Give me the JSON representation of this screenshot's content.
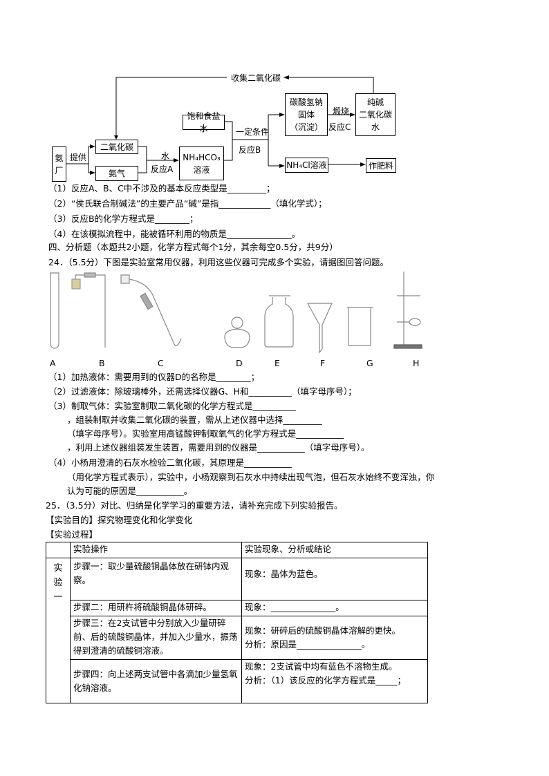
{
  "flow": {
    "collect_co2": "收集二氧化碳",
    "ammonia_plant": "氨厂",
    "supply": "提供",
    "co2": "二氧化碳",
    "ammonia": "氨气",
    "water": "水",
    "reaction_a": "反应A",
    "nh4hco3": "NH₄HCO₃",
    "solution": "溶液",
    "brine": "饱和食盐水",
    "condition": "一定条件",
    "reaction_b": "反应B",
    "nahco3_1": "碳酸氢钠",
    "nahco3_2": "固体",
    "nahco3_3": "（沉淀）",
    "calcine": "煅烧",
    "reaction_c": "反应C",
    "product_1": "纯碱",
    "product_2": "二氧化碳",
    "product_3": "水",
    "nh4cl": "NH₄Cl溶液",
    "fertilizer": "作肥料"
  },
  "q23": [
    "（1）反应A、B、C中不涉及的基本反应类型是_________；",
    "（2）“侯氏联合制碱法”的主要产品“碱”是指____________（填化学式）；",
    "（3）反应B的化学方程式是________；",
    "（4）在该模拟流程中，能被循环利用的物质是_______________。"
  ],
  "section4": "四、分析题（本题共2小题，化学方程式每个1分，其余每空0.5分，共9分）",
  "q24_title": "24．（5.5分）下图是实验室常用仪器，利用这些仪器可完成多个实验，请据图回答问题。",
  "apparatus_labels": [
    "A",
    "B",
    "C",
    "D",
    "E",
    "F",
    "G",
    "H"
  ],
  "q24": [
    "（1）加热液体：需要用到的仪器D的名称是________；",
    "（2）过滤液体：除玻璃棒外，还需选择仪器G、H和__________（填字母序号）；",
    "（3）制取气体：实验室制取二氧化碳的化学方程式是__________",
    "，组装制取并收集二氧化碳的装置，需从上述仪器中选择_________",
    "（填字母序号）。实验室用高锰酸钾制取氧气的化学方程式是___________",
    "，利用上述仪器组装发生装置，需要用到的仪器是___________（填字母序号）。",
    "（4）小杨用澄清的石灰水检验二氧化碳，其原理是___________",
    "（用化学方程式表示），实验中，小杨观察到石灰水中持续出现气泡，但石灰水始终不变浑浊，你",
    "认为可能的原因是___________。"
  ],
  "q25_title": "25．（3.5分）对比、归纳是化学学习的重要方法，请补充完成下列实验报告。",
  "purpose": "【实验目的】探究物理变化和化学变化",
  "process": "【实验过程】",
  "table": {
    "headers": [
      "",
      "实验操作",
      "实验现象、分析或结论"
    ],
    "group": "实验一",
    "rows": [
      {
        "op": "步骤一：取少量硫酸铜晶体放在研钵内观察。",
        "res1": "现象：晶体为蓝色。",
        "res2": ""
      },
      {
        "op": "步骤二：用研杵将硫酸铜晶体研碎。",
        "res1": "现象：_______________。",
        "res2": ""
      },
      {
        "op": "步骤三：在2支试管中分别放入少量研碎前、后的硫酸铜晶体，并加入少量水，振荡得到澄清的硫酸铜溶液。",
        "res1": "现象：研碎后的硫酸铜晶体溶解的更快。",
        "res2": "分析：原因是_______________。"
      },
      {
        "op": "步骤四：向上述两支试管中各滴加少量氢氧化钠溶液。",
        "res1": "现象：2支试管中均有蓝色不溶物生成。",
        "res2": "分析：（1）该反应的化学方程式是_____；"
      }
    ]
  }
}
